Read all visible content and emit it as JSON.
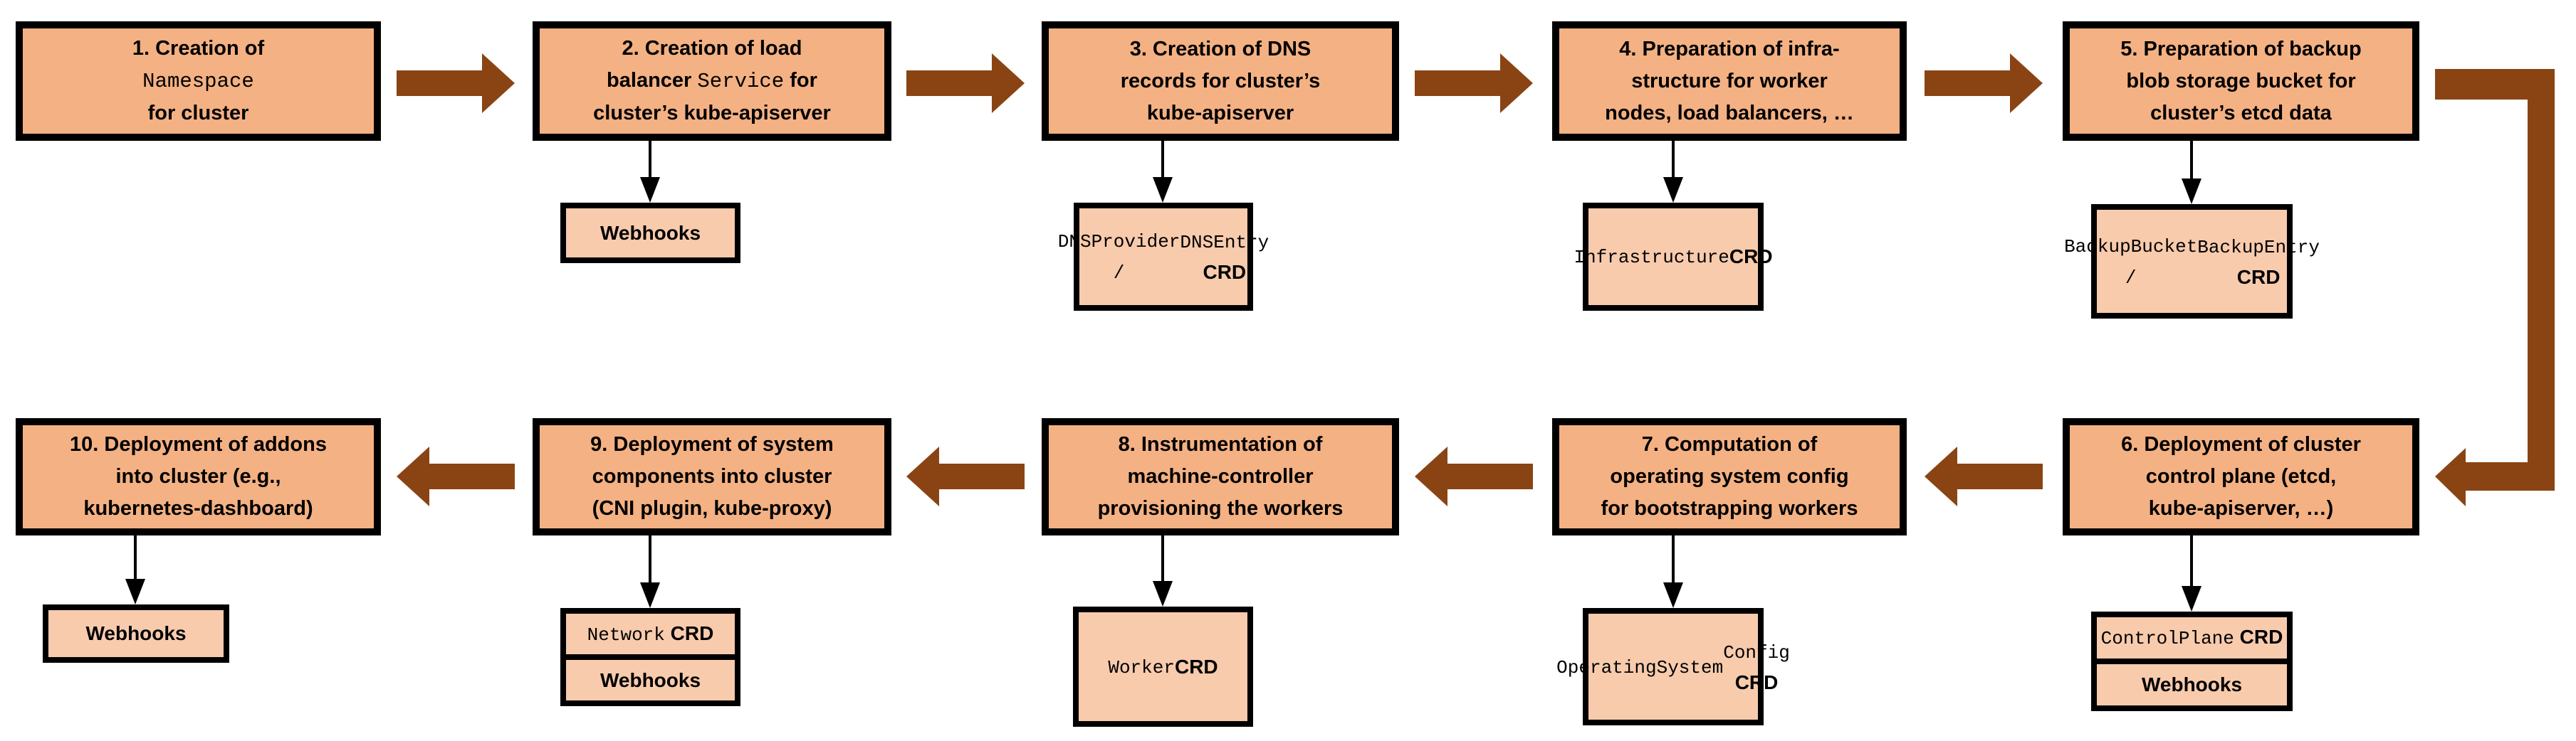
{
  "colors": {
    "step_fill": "#F4B183",
    "child_fill": "#F8CBAD",
    "arrow": "#8A4414",
    "border": "#000000",
    "background": "#FFFFFF",
    "text": "#000000"
  },
  "steps": [
    {
      "id": 1,
      "lines": [
        [
          {
            "t": "1. Creation of"
          }
        ],
        [
          {
            "t": "Namespace",
            "mono": true
          }
        ],
        [
          {
            "t": "for cluster"
          }
        ]
      ]
    },
    {
      "id": 2,
      "lines": [
        [
          {
            "t": "2. Creation of load"
          }
        ],
        [
          {
            "t": "balancer "
          },
          {
            "t": "Service",
            "mono": true
          },
          {
            "t": " for"
          }
        ],
        [
          {
            "t": "cluster’s kube-apiserver"
          }
        ]
      ]
    },
    {
      "id": 3,
      "lines": [
        [
          {
            "t": "3. Creation of DNS"
          }
        ],
        [
          {
            "t": "records for cluster’s"
          }
        ],
        [
          {
            "t": "kube-apiserver"
          }
        ]
      ]
    },
    {
      "id": 4,
      "lines": [
        [
          {
            "t": "4. Preparation of infra-"
          }
        ],
        [
          {
            "t": "structure for worker"
          }
        ],
        [
          {
            "t": "nodes, load balancers, …"
          }
        ]
      ]
    },
    {
      "id": 5,
      "lines": [
        [
          {
            "t": "5. Preparation of backup"
          }
        ],
        [
          {
            "t": "blob storage bucket for"
          }
        ],
        [
          {
            "t": "cluster’s etcd data"
          }
        ]
      ]
    },
    {
      "id": 6,
      "lines": [
        [
          {
            "t": "6. Deployment of cluster"
          }
        ],
        [
          {
            "t": "control plane (etcd,"
          }
        ],
        [
          {
            "t": "kube-apiserver, …)"
          }
        ]
      ]
    },
    {
      "id": 7,
      "lines": [
        [
          {
            "t": "7. Computation of"
          }
        ],
        [
          {
            "t": "operating system config"
          }
        ],
        [
          {
            "t": "for bootstrapping workers"
          }
        ]
      ]
    },
    {
      "id": 8,
      "lines": [
        [
          {
            "t": "8. Instrumentation of"
          }
        ],
        [
          {
            "t": "machine-controller"
          }
        ],
        [
          {
            "t": "provisioning the workers"
          }
        ]
      ]
    },
    {
      "id": 9,
      "lines": [
        [
          {
            "t": "9. Deployment of system"
          }
        ],
        [
          {
            "t": "components into cluster"
          }
        ],
        [
          {
            "t": "(CNI plugin, kube-proxy)"
          }
        ]
      ]
    },
    {
      "id": 10,
      "lines": [
        [
          {
            "t": "10. Deployment of addons"
          }
        ],
        [
          {
            "t": "into cluster (e.g.,"
          }
        ],
        [
          {
            "t": "kubernetes-dashboard)"
          }
        ]
      ]
    }
  ],
  "children": {
    "step2": {
      "cells": [
        [
          [
            {
              "t": "Webhooks"
            }
          ]
        ]
      ]
    },
    "step3": {
      "cells": [
        [
          [
            {
              "t": "DNSProvider /",
              "mono": true
            }
          ],
          [
            {
              "t": "DNSEntry",
              "mono": true
            },
            {
              "t": " CRD"
            }
          ]
        ]
      ]
    },
    "step4": {
      "cells": [
        [
          [
            {
              "t": "Infrastructure",
              "mono": true
            }
          ],
          [
            {
              "t": "CRD"
            }
          ]
        ]
      ]
    },
    "step5": {
      "cells": [
        [
          [
            {
              "t": "BackupBucket /",
              "mono": true
            }
          ],
          [
            {
              "t": "BackupEntry",
              "mono": true
            },
            {
              "t": " CRD"
            }
          ]
        ]
      ]
    },
    "step6": {
      "cells": [
        [
          [
            {
              "t": "ControlPlane",
              "mono": true
            },
            {
              "t": " CRD"
            }
          ]
        ],
        [
          [
            {
              "t": "Webhooks"
            }
          ]
        ]
      ]
    },
    "step7": {
      "cells": [
        [
          [
            {
              "t": "OperatingSystem",
              "mono": true
            }
          ],
          [
            {
              "t": "Config",
              "mono": true
            },
            {
              "t": " CRD"
            }
          ]
        ]
      ]
    },
    "step8": {
      "cells": [
        [
          [
            {
              "t": "Worker",
              "mono": true
            }
          ],
          [
            {
              "t": "CRD"
            }
          ]
        ]
      ]
    },
    "step9": {
      "cells": [
        [
          [
            {
              "t": "Network",
              "mono": true
            },
            {
              "t": " CRD"
            }
          ]
        ],
        [
          [
            {
              "t": "Webhooks"
            }
          ]
        ]
      ]
    },
    "step10": {
      "cells": [
        [
          [
            {
              "t": "Webhooks"
            }
          ]
        ]
      ]
    }
  },
  "edges": [
    {
      "from": "step-1",
      "to": "step-2",
      "style": "thick-right"
    },
    {
      "from": "step-2",
      "to": "step-3",
      "style": "thick-right"
    },
    {
      "from": "step-3",
      "to": "step-4",
      "style": "thick-right"
    },
    {
      "from": "step-4",
      "to": "step-5",
      "style": "thick-right"
    },
    {
      "from": "step-5",
      "to": "step-6",
      "style": "thick-elbow-down"
    },
    {
      "from": "step-6",
      "to": "step-7",
      "style": "thick-left"
    },
    {
      "from": "step-7",
      "to": "step-8",
      "style": "thick-left"
    },
    {
      "from": "step-8",
      "to": "step-9",
      "style": "thick-left"
    },
    {
      "from": "step-9",
      "to": "step-10",
      "style": "thick-left"
    },
    {
      "from": "step-2",
      "to": "webhooks",
      "style": "thin-down"
    },
    {
      "from": "step-3",
      "to": "dnsprovider-dnsentry-crd",
      "style": "thin-down"
    },
    {
      "from": "step-4",
      "to": "infrastructure-crd",
      "style": "thin-down"
    },
    {
      "from": "step-5",
      "to": "backupbucket-backupentry-crd",
      "style": "thin-down"
    },
    {
      "from": "step-6",
      "to": "controlplane-crd-webhooks",
      "style": "thin-down"
    },
    {
      "from": "step-7",
      "to": "operatingsystemconfig-crd",
      "style": "thin-down"
    },
    {
      "from": "step-8",
      "to": "worker-crd",
      "style": "thin-down"
    },
    {
      "from": "step-9",
      "to": "network-crd-webhooks",
      "style": "thin-down"
    },
    {
      "from": "step-10",
      "to": "webhooks",
      "style": "thin-down"
    }
  ]
}
